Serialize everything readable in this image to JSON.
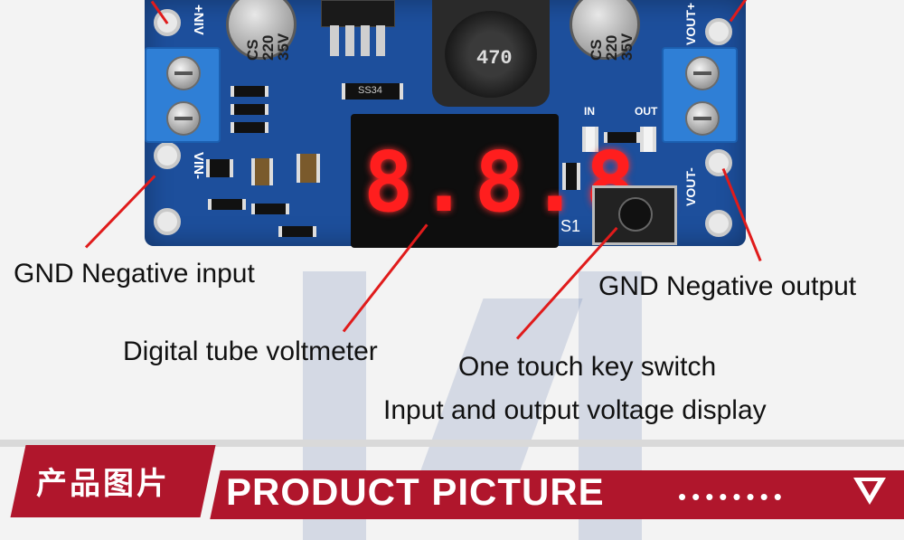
{
  "board": {
    "cap_left": "CS\n220\n35V",
    "cap_right": "CS\n220\n35V",
    "inductor": "470",
    "display_digits": "8.8.8.",
    "silk_in_plus": "+NIV",
    "silk_vin_minus": "VIN-",
    "silk_vout_plus": "VOUT+",
    "silk_vout_minus": "VOUT-",
    "silk_in": "IN",
    "silk_out": "OUT",
    "silk_s1": "S1",
    "smd_code": "SS34"
  },
  "labels": {
    "gnd_input": "GND Negative input",
    "gnd_output": "GND Negative output",
    "voltmeter": "Digital tube voltmeter",
    "key_switch": "One touch key switch",
    "display_note": "Input and output voltage display"
  },
  "banner": {
    "chinese": "产品图片",
    "english": "PRODUCT PICTURE",
    "dots": "••••••••"
  },
  "colors": {
    "pcb": "#1d4f9c",
    "banner": "#b0162c",
    "pointer": "#e01b1b",
    "digits": "#ff1e1e"
  }
}
